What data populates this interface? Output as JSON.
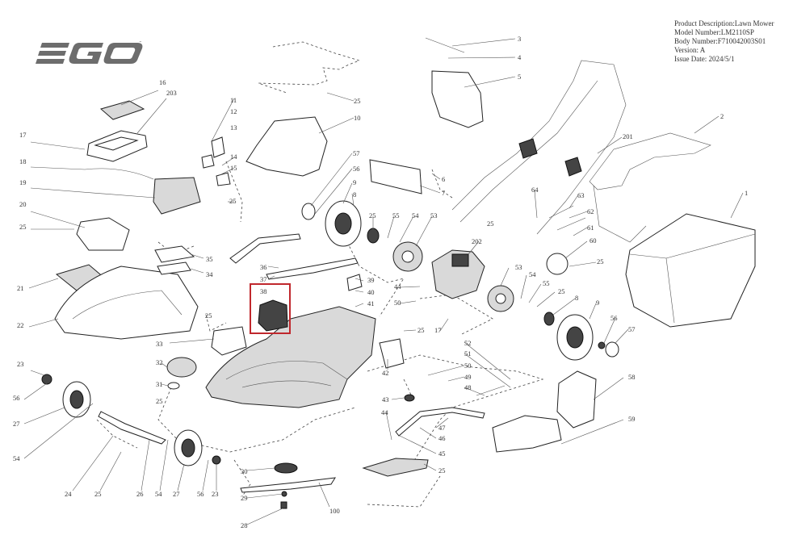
{
  "brand": {
    "logo_text": "EGO",
    "accent": "#6d6d6d"
  },
  "product_info": {
    "description": "Product Description:Lawn Mower",
    "model": "Model Number:LM2110SP",
    "body": "Body Number:F710042003S01",
    "version": "Version: A",
    "issue_date": "Issue Date: 2024/5/1"
  },
  "highlight": {
    "label": "38",
    "color": "#c0282d"
  },
  "callouts": [
    {
      "label": "16"
    },
    {
      "label": "203"
    },
    {
      "label": "17"
    },
    {
      "label": "18"
    },
    {
      "label": "19"
    },
    {
      "label": "20"
    },
    {
      "label": "25"
    },
    {
      "label": "21"
    },
    {
      "label": "22"
    },
    {
      "label": "23"
    },
    {
      "label": "56"
    },
    {
      "label": "27"
    },
    {
      "label": "54"
    },
    {
      "label": "24"
    },
    {
      "label": "25"
    },
    {
      "label": "26"
    },
    {
      "label": "54"
    },
    {
      "label": "27"
    },
    {
      "label": "56"
    },
    {
      "label": "23"
    },
    {
      "label": "11"
    },
    {
      "label": "12"
    },
    {
      "label": "13"
    },
    {
      "label": "14"
    },
    {
      "label": "15"
    },
    {
      "label": "25"
    },
    {
      "label": "35"
    },
    {
      "label": "34"
    },
    {
      "label": "25"
    },
    {
      "label": "33"
    },
    {
      "label": "32"
    },
    {
      "label": "31"
    },
    {
      "label": "25"
    },
    {
      "label": "30"
    },
    {
      "label": "29"
    },
    {
      "label": "28"
    },
    {
      "label": "100"
    },
    {
      "label": "25"
    },
    {
      "label": "10"
    },
    {
      "label": "57"
    },
    {
      "label": "56"
    },
    {
      "label": "9"
    },
    {
      "label": "8"
    },
    {
      "label": "25"
    },
    {
      "label": "55"
    },
    {
      "label": "54"
    },
    {
      "label": "53"
    },
    {
      "label": "36"
    },
    {
      "label": "37"
    },
    {
      "label": "38"
    },
    {
      "label": "39"
    },
    {
      "label": "40"
    },
    {
      "label": "41"
    },
    {
      "label": "44"
    },
    {
      "label": "50"
    },
    {
      "label": "17"
    },
    {
      "label": "25"
    },
    {
      "label": "42"
    },
    {
      "label": "52"
    },
    {
      "label": "51"
    },
    {
      "label": "50"
    },
    {
      "label": "49"
    },
    {
      "label": "48"
    },
    {
      "label": "43"
    },
    {
      "label": "47"
    },
    {
      "label": "46"
    },
    {
      "label": "45"
    },
    {
      "label": "44"
    },
    {
      "label": "25"
    },
    {
      "label": "3"
    },
    {
      "label": "4"
    },
    {
      "label": "5"
    },
    {
      "label": "6"
    },
    {
      "label": "7"
    },
    {
      "label": "25"
    },
    {
      "label": "202"
    },
    {
      "label": "53"
    },
    {
      "label": "54"
    },
    {
      "label": "55"
    },
    {
      "label": "25"
    },
    {
      "label": "8"
    },
    {
      "label": "9"
    },
    {
      "label": "56"
    },
    {
      "label": "57"
    },
    {
      "label": "58"
    },
    {
      "label": "59"
    },
    {
      "label": "64"
    },
    {
      "label": "63"
    },
    {
      "label": "62"
    },
    {
      "label": "61"
    },
    {
      "label": "60"
    },
    {
      "label": "25"
    },
    {
      "label": "2"
    },
    {
      "label": "201"
    },
    {
      "label": "1"
    }
  ]
}
